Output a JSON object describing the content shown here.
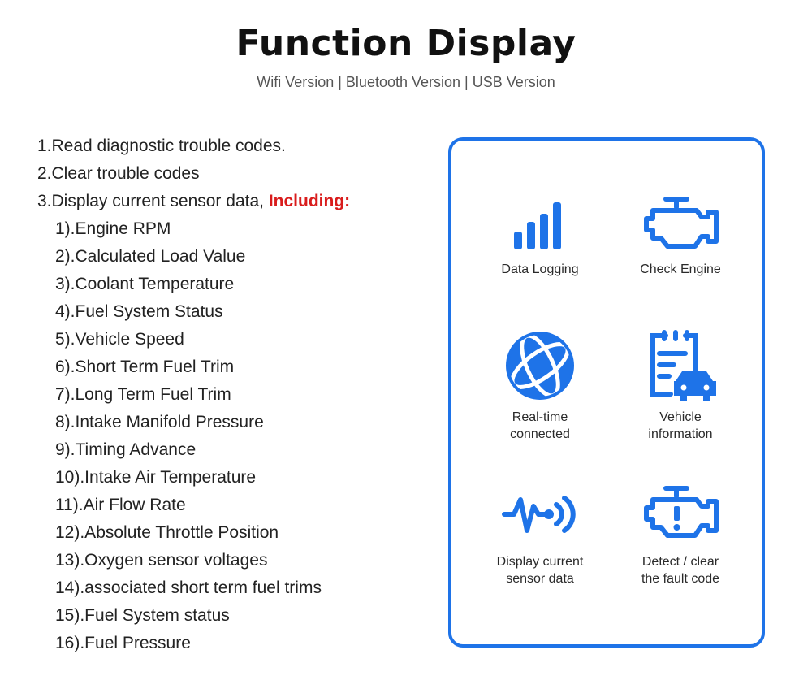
{
  "header": {
    "title": "Function Display",
    "subtitle": "Wifi Version | Bluetooth Version | USB Version"
  },
  "functions": [
    {
      "text": "1.Read diagnostic trouble codes."
    },
    {
      "text": "2.Clear trouble codes"
    },
    {
      "text": "3.Display current sensor data, ",
      "highlight": "Including:"
    }
  ],
  "sensor_items": [
    "1).Engine RPM",
    "2).Calculated Load Value",
    "3).Coolant Temperature",
    "4).Fuel System Status",
    "5).Vehicle Speed",
    "6).Short Term Fuel Trim",
    "7).Long Term Fuel Trim",
    "8).Intake Manifold Pressure",
    "9).Timing Advance",
    "10).Intake Air Temperature",
    "11).Air Flow Rate",
    "12).Absolute Throttle Position",
    "13).Oxygen sensor voltages",
    "14).associated short term fuel trims",
    "15).Fuel System status",
    "16).Fuel Pressure"
  ],
  "features": [
    {
      "label": "Data Logging",
      "icon": "bar-chart-icon"
    },
    {
      "label": "Check Engine",
      "icon": "engine-icon"
    },
    {
      "label": "Real-time\nconnected",
      "icon": "globe-icon"
    },
    {
      "label": "Vehicle\ninformation",
      "icon": "clipboard-car-icon"
    },
    {
      "label": "Display current\nsensor data",
      "icon": "waveform-icon"
    },
    {
      "label": "Detect / clear\nthe fault code",
      "icon": "engine-warning-icon"
    }
  ],
  "colors": {
    "accent": "#1e73e8",
    "highlight": "#d91c1c"
  }
}
